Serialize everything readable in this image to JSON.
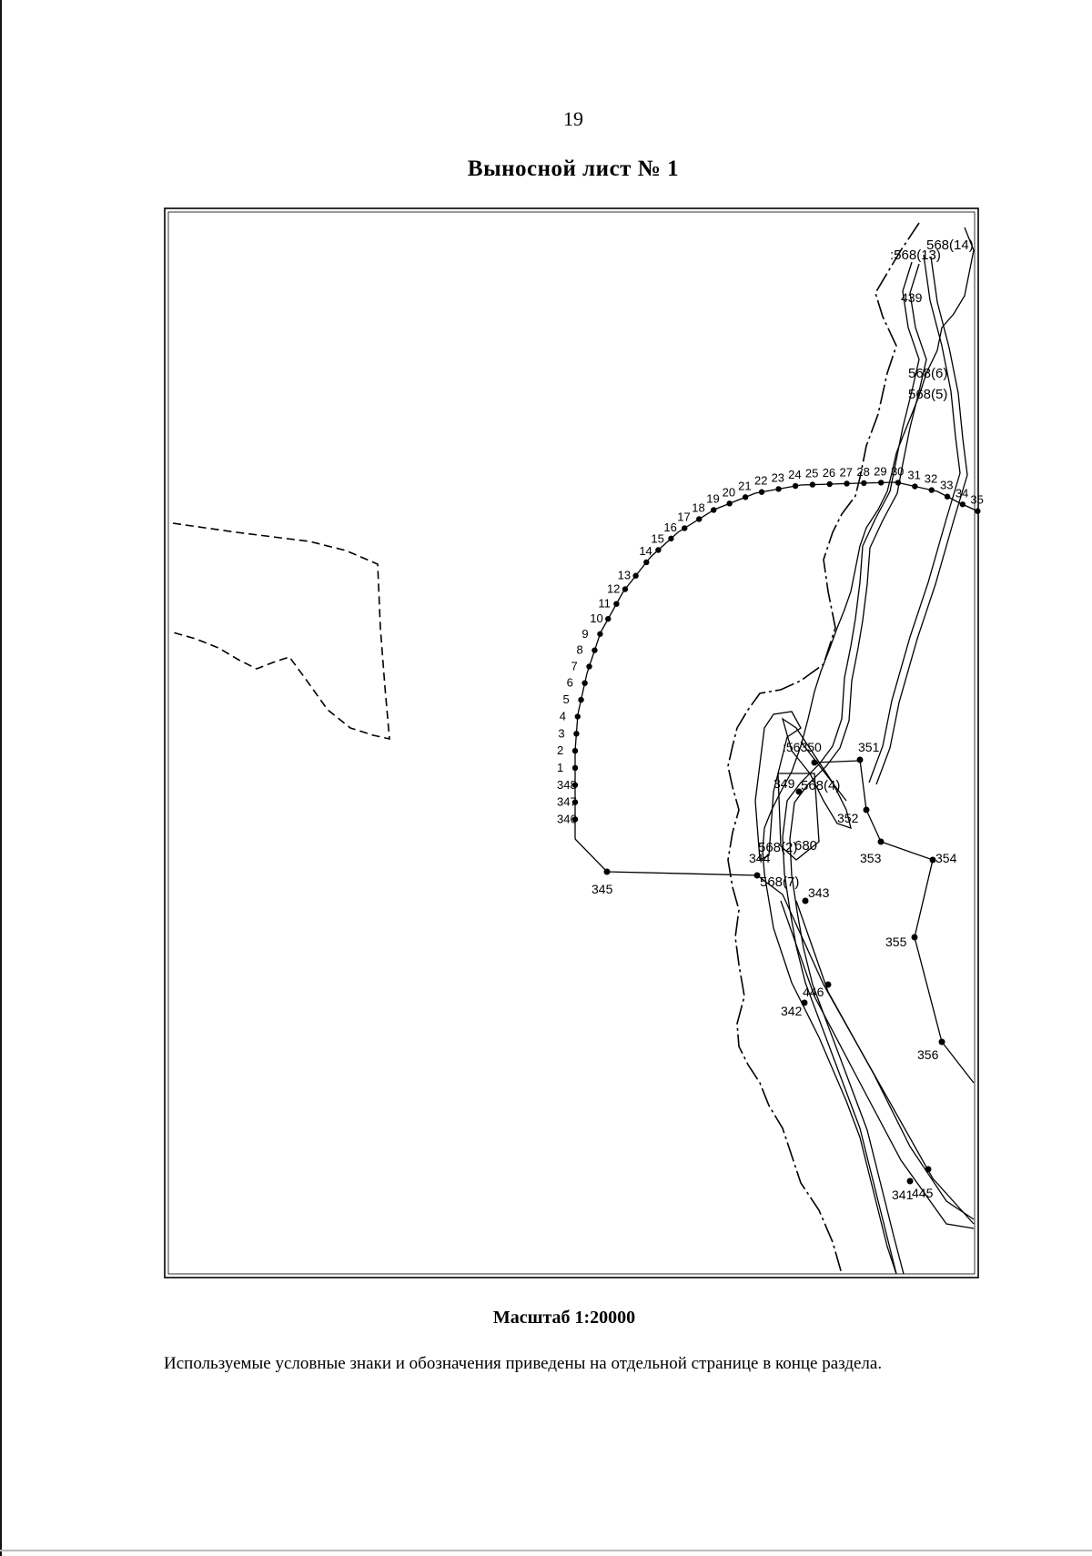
{
  "page": {
    "number": "19",
    "title": "Выносной лист № 1",
    "scale": "Масштаб 1:20000",
    "note": "Используемые условные знаки и обозначения приведены на отдельной странице в конце раздела."
  },
  "map": {
    "arc_labels": [
      "346",
      "347",
      "348",
      "1",
      "2",
      "3",
      "4",
      "5",
      "6",
      "7",
      "8",
      "9",
      "10",
      "11",
      "12",
      "13",
      "14",
      "15",
      "16",
      "17",
      "18",
      "19",
      "20",
      "21",
      "22",
      "23",
      "24",
      "25",
      "26",
      "27",
      "28",
      "29",
      "30",
      "31",
      "32",
      "33",
      "34",
      "35"
    ],
    "point_labels": {
      "p345": "345",
      "p344": "344",
      "p343": "343",
      "p446": "446",
      "p342": "342",
      "p349": "349",
      "p350": ":56350",
      "p351": "351",
      "p352": "352",
      "p353": "353",
      "p354": "354",
      "p355": "355",
      "p356": "356",
      "p341": "341",
      "p445": "445",
      "p439": "439"
    },
    "parcel_labels": {
      "c568_13": ":568(13)",
      "c568_14": "568(14)",
      "c568_6": "568(6)",
      "c568_5": "568(5)",
      "c568_4": "568(4)",
      "c568_2": "568(2)",
      "c680": "680",
      "c568_7": "568(7)"
    }
  }
}
